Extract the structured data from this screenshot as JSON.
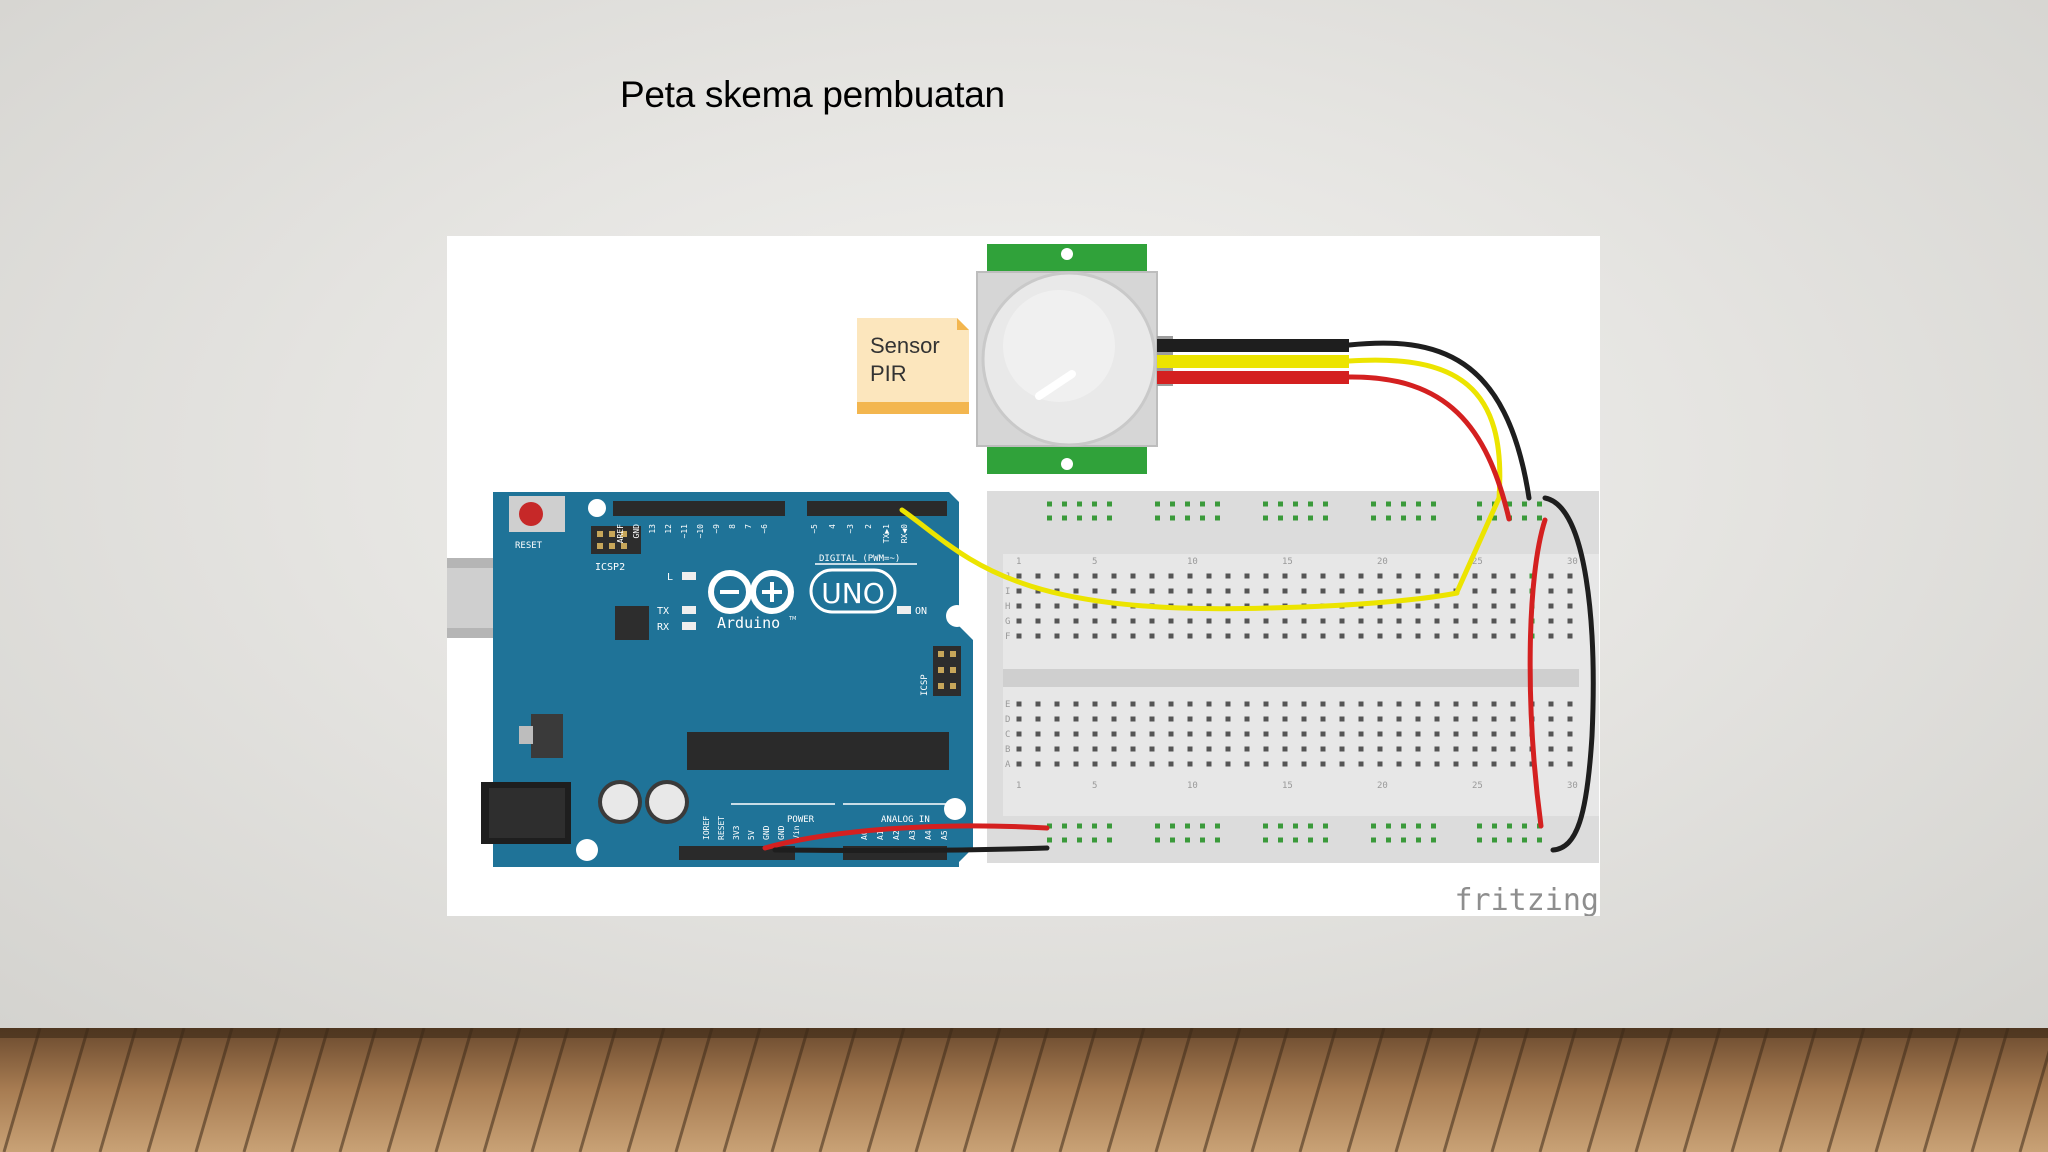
{
  "slide": {
    "title": "Peta skema pembuatan"
  },
  "diagram": {
    "sensor_label_line1": "Sensor",
    "sensor_label_line2": "PIR",
    "watermark": "fritzing",
    "board": {
      "logo_uno": "UNO",
      "logo_brand": "Arduino",
      "trademark": "TM",
      "reset": "RESET",
      "icsp2": "ICSP2",
      "icsp": "ICSP",
      "led_l": "L",
      "led_tx": "TX",
      "led_rx": "RX",
      "led_on": "ON",
      "digital": "DIGITAL (PWM=~)",
      "power": "POWER",
      "analog": "ANALOG IN",
      "digital_pins": [
        "AREF",
        "GND",
        "13",
        "12",
        "~11",
        "~10",
        "~9",
        "8",
        "7",
        "~6",
        "~5",
        "4",
        "~3",
        "2",
        "TX▶1",
        "RX◀0"
      ],
      "power_pins": [
        "IOREF",
        "RESET",
        "3V3",
        "5V",
        "GND",
        "GND",
        "Vin"
      ],
      "analog_pins": [
        "A0",
        "A1",
        "A2",
        "A3",
        "A4",
        "A5"
      ]
    },
    "breadboard": {
      "col_numbers": [
        "1",
        "5",
        "10",
        "15",
        "20",
        "25",
        "30"
      ],
      "row_letters_top": [
        "J",
        "I",
        "H",
        "G",
        "F"
      ],
      "row_letters_bottom": [
        "E",
        "D",
        "C",
        "B",
        "A"
      ]
    },
    "colors": {
      "board": "#1f7398",
      "pcb_green": "#30a23a",
      "wire_black": "#1e1e1e",
      "wire_yellow": "#ece400",
      "wire_red": "#d42020",
      "note": "#fce6bd",
      "note_edge": "#f3b64f"
    }
  }
}
